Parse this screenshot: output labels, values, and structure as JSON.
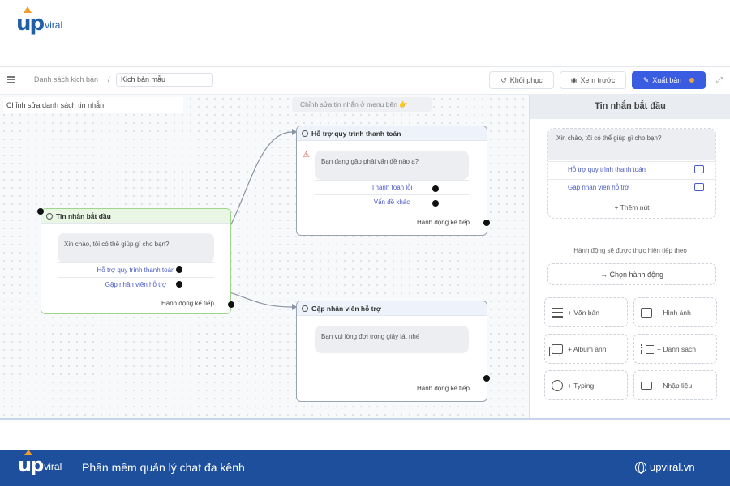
{
  "brand": {
    "logo_up": "up",
    "logo_viral": "viral"
  },
  "topbar": {
    "breadcrumb": "Danh sách kịch bản",
    "separator": "/",
    "script_name": "Kịch bản mẫu",
    "restore_label": "Khôi phục",
    "preview_label": "Xem trước",
    "publish_label": "Xuất bản"
  },
  "canvas": {
    "edit_list_label": "Chỉnh sửa danh sách tin nhắn",
    "menu_hint": "Chỉnh sửa tin nhắn ở menu bên 👉",
    "start_node": {
      "title": "Tin nhắn bắt đầu",
      "message": "Xin chào, tôi có thể giúp gì cho bạn?",
      "options": [
        "Hỗ trợ quy trình thanh toán",
        "Gặp nhân viên hỗ trợ"
      ],
      "next": "Hành động kế tiếp"
    },
    "payment_node": {
      "title": "Hỗ trợ quy trình thanh toán",
      "message": "Bạn đang gặp phải vấn đề nào ạ?",
      "options": [
        "Thanh toán lỗi",
        "Vấn đề khác"
      ],
      "next": "Hành động kế tiếp"
    },
    "agent_node": {
      "title": "Gặp nhân viên hỗ trợ",
      "message": "Bạn vui lòng đợi trong giây lát nhé",
      "next": "Hành động kế tiếp"
    }
  },
  "panel": {
    "title": "Tin nhắn bắt đầu",
    "message": "Xin chào, tôi có thể giúp gì cho bạn?",
    "options": [
      "Hỗ trợ quy trình thanh toán",
      "Gặp nhân viên hỗ trợ"
    ],
    "add_button": "+ Thêm nút",
    "next_note": "Hành động sẽ được thực hiện tiếp theo",
    "choose_action": "→ Chọn hành động",
    "tiles": [
      "+ Văn bản",
      "+ Hình ảnh",
      "+ Album ảnh",
      "+ Danh sách",
      "+ Typing",
      "+ Nhập liệu"
    ]
  },
  "footer": {
    "tagline": "Phần mềm quản lý chat đa kênh",
    "website": "upviral.vn"
  },
  "colors": {
    "brand_blue": "#1e4f9c",
    "accent_orange": "#f39c2b",
    "publish_blue": "#3a5ce0",
    "start_green": "#9fd68c"
  }
}
